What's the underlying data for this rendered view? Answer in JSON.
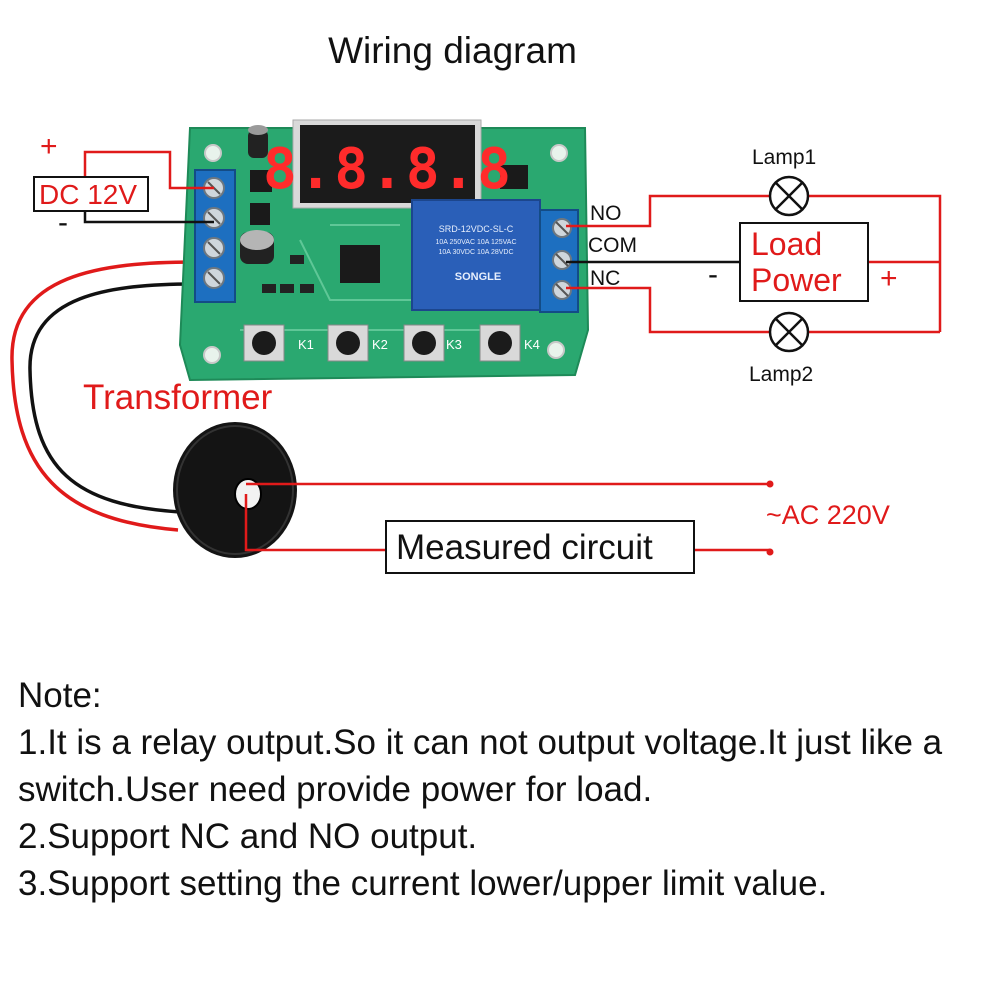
{
  "title": "Wiring diagram",
  "power": {
    "plus": "+",
    "minus": "-",
    "label": "DC 12V"
  },
  "display": {
    "segments": "8.8.8.8"
  },
  "relay": {
    "brand": "SONGLE",
    "model": "SRD-12VDC-SL-C",
    "rating1": "10A 250VAC  10A 125VAC",
    "rating2": "10A 30VDC  10A 28VDC"
  },
  "buttons": [
    "K1",
    "K2",
    "K3",
    "K4"
  ],
  "terminals": {
    "no": "NO",
    "com": "COM",
    "nc": "NC"
  },
  "lamps": {
    "lamp1": "Lamp1",
    "lamp2": "Lamp2"
  },
  "load": {
    "line1": "Load",
    "line2": "Power",
    "minus": "-",
    "plus": "+"
  },
  "transformer": "Transformer",
  "measured_circuit": "Measured circuit",
  "ac_label": "~AC 220V",
  "notes": {
    "heading": "Note:",
    "items": [
      "1.It is a relay output.So it can not output voltage.It just like a switch.User need provide power for load.",
      "2.Support NC and NO output.",
      "3.Support setting the current lower/upper limit value."
    ]
  },
  "colors": {
    "pcb": "#2aa870",
    "terminal": "#1d6fc0",
    "relay": "#2a5fb8",
    "wire_red": "#e01a1a",
    "wire_black": "#111111",
    "digit": "#ff2b2b"
  }
}
